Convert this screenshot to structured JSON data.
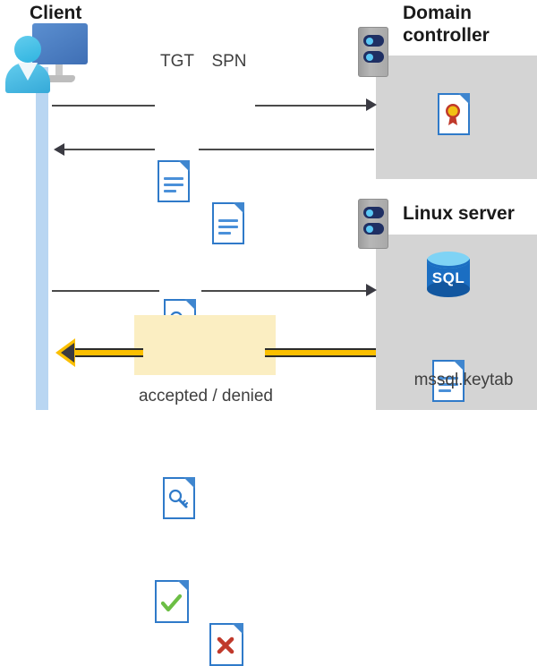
{
  "diagram": {
    "title_client": "Client",
    "title_domain_controller": "Domain controller",
    "title_linux_server": "Linux server"
  },
  "labels": {
    "tgt": "TGT",
    "spn": "SPN",
    "keytab": "mssql.keytab",
    "result": "accepted / denied",
    "sql": "SQL"
  },
  "icons": {
    "client": "client-workstation-icon",
    "server_dc": "server-rack-icon",
    "server_linux": "server-rack-icon",
    "tgt_doc": "document-icon",
    "spn_doc": "document-icon",
    "ticket_doc": "document-key-icon",
    "request_doc": "document-key-icon",
    "certificate": "certificate-document-icon",
    "database": "sql-database-icon",
    "keytab_doc": "document-icon",
    "accepted_doc": "document-check-icon",
    "denied_doc": "document-x-icon"
  },
  "flows": [
    {
      "name": "client-to-dc-request",
      "direction": "right"
    },
    {
      "name": "dc-to-client-ticket",
      "direction": "left"
    },
    {
      "name": "client-to-linux-request",
      "direction": "right"
    },
    {
      "name": "linux-to-client-result",
      "direction": "left"
    }
  ],
  "colors": {
    "panel": "#d4d4d4",
    "lifeline": "#b9d6f2",
    "accent_blue": "#2f7ac9",
    "sql_blue": "#1b6ec2",
    "result_yellow": "#fbbf00",
    "highlight": "#fbeec2",
    "check_green": "#6cbe45",
    "x_red": "#c0392b",
    "connector_gray": "#4a4a4a"
  }
}
